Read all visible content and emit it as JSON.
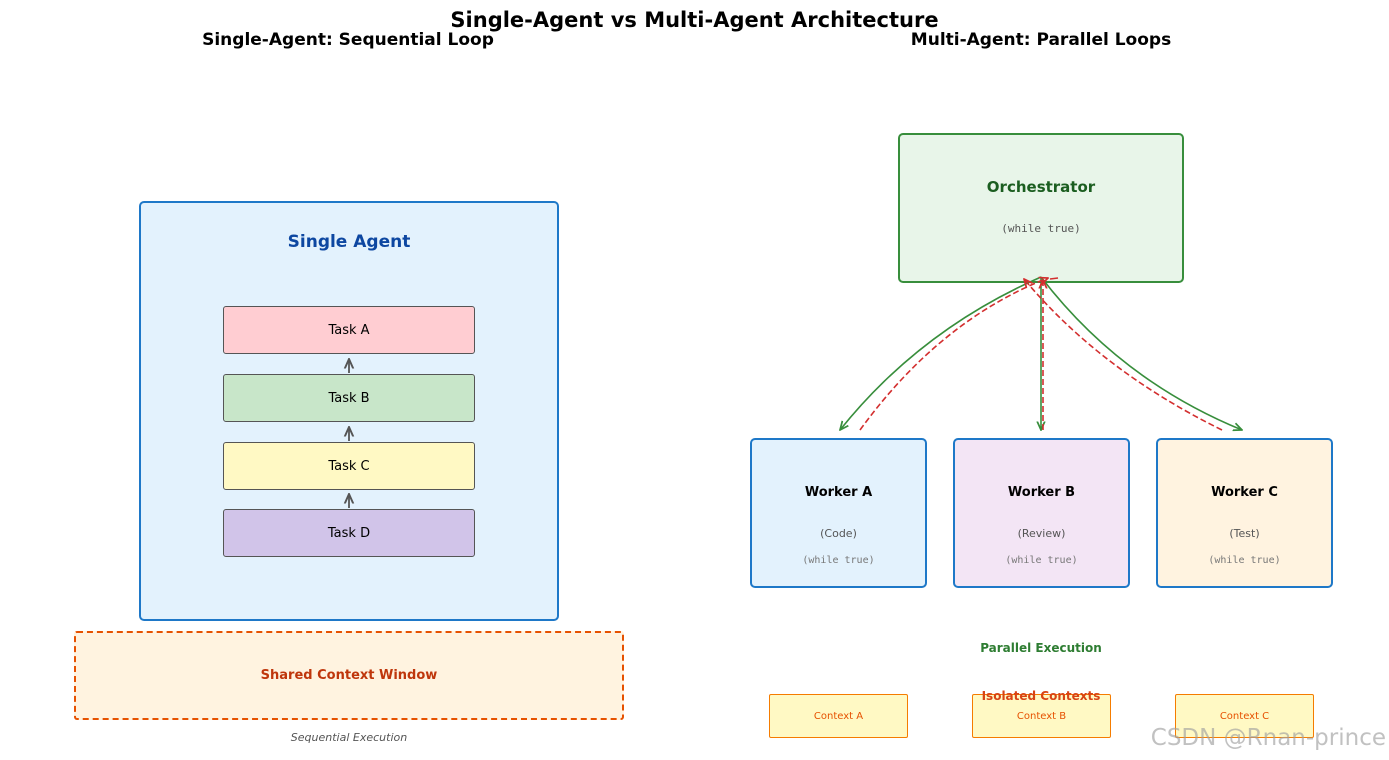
{
  "title": "Single-Agent vs Multi-Agent Architecture",
  "single": {
    "heading": "Single-Agent: Sequential Loop",
    "agent_label": "Single Agent",
    "tasks": [
      "Task A",
      "Task B",
      "Task C",
      "Task D"
    ],
    "context_label": "Shared Context Window",
    "footer": "Sequential Execution"
  },
  "multi": {
    "heading": "Multi-Agent: Parallel Loops",
    "orchestrator": {
      "label": "Orchestrator",
      "loop": "(while true)"
    },
    "workers": [
      {
        "label": "Worker A",
        "role": "(Code)",
        "loop": "(while true)"
      },
      {
        "label": "Worker B",
        "role": "(Review)",
        "loop": "(while true)"
      },
      {
        "label": "Worker C",
        "role": "(Test)",
        "loop": "(while true)"
      }
    ],
    "parallel_label": "Parallel Execution",
    "isolated_label": "Isolated Contexts",
    "contexts": [
      "Context A",
      "Context B",
      "Context C"
    ]
  },
  "colors": {
    "agent_border": "#1e78c8",
    "orchestrator_border": "#388e3c",
    "dispatch_arrow": "#388e3c",
    "return_arrow": "#d32f2f",
    "context_border": "#e65100"
  },
  "watermark": "CSDN @Rnan-prince"
}
